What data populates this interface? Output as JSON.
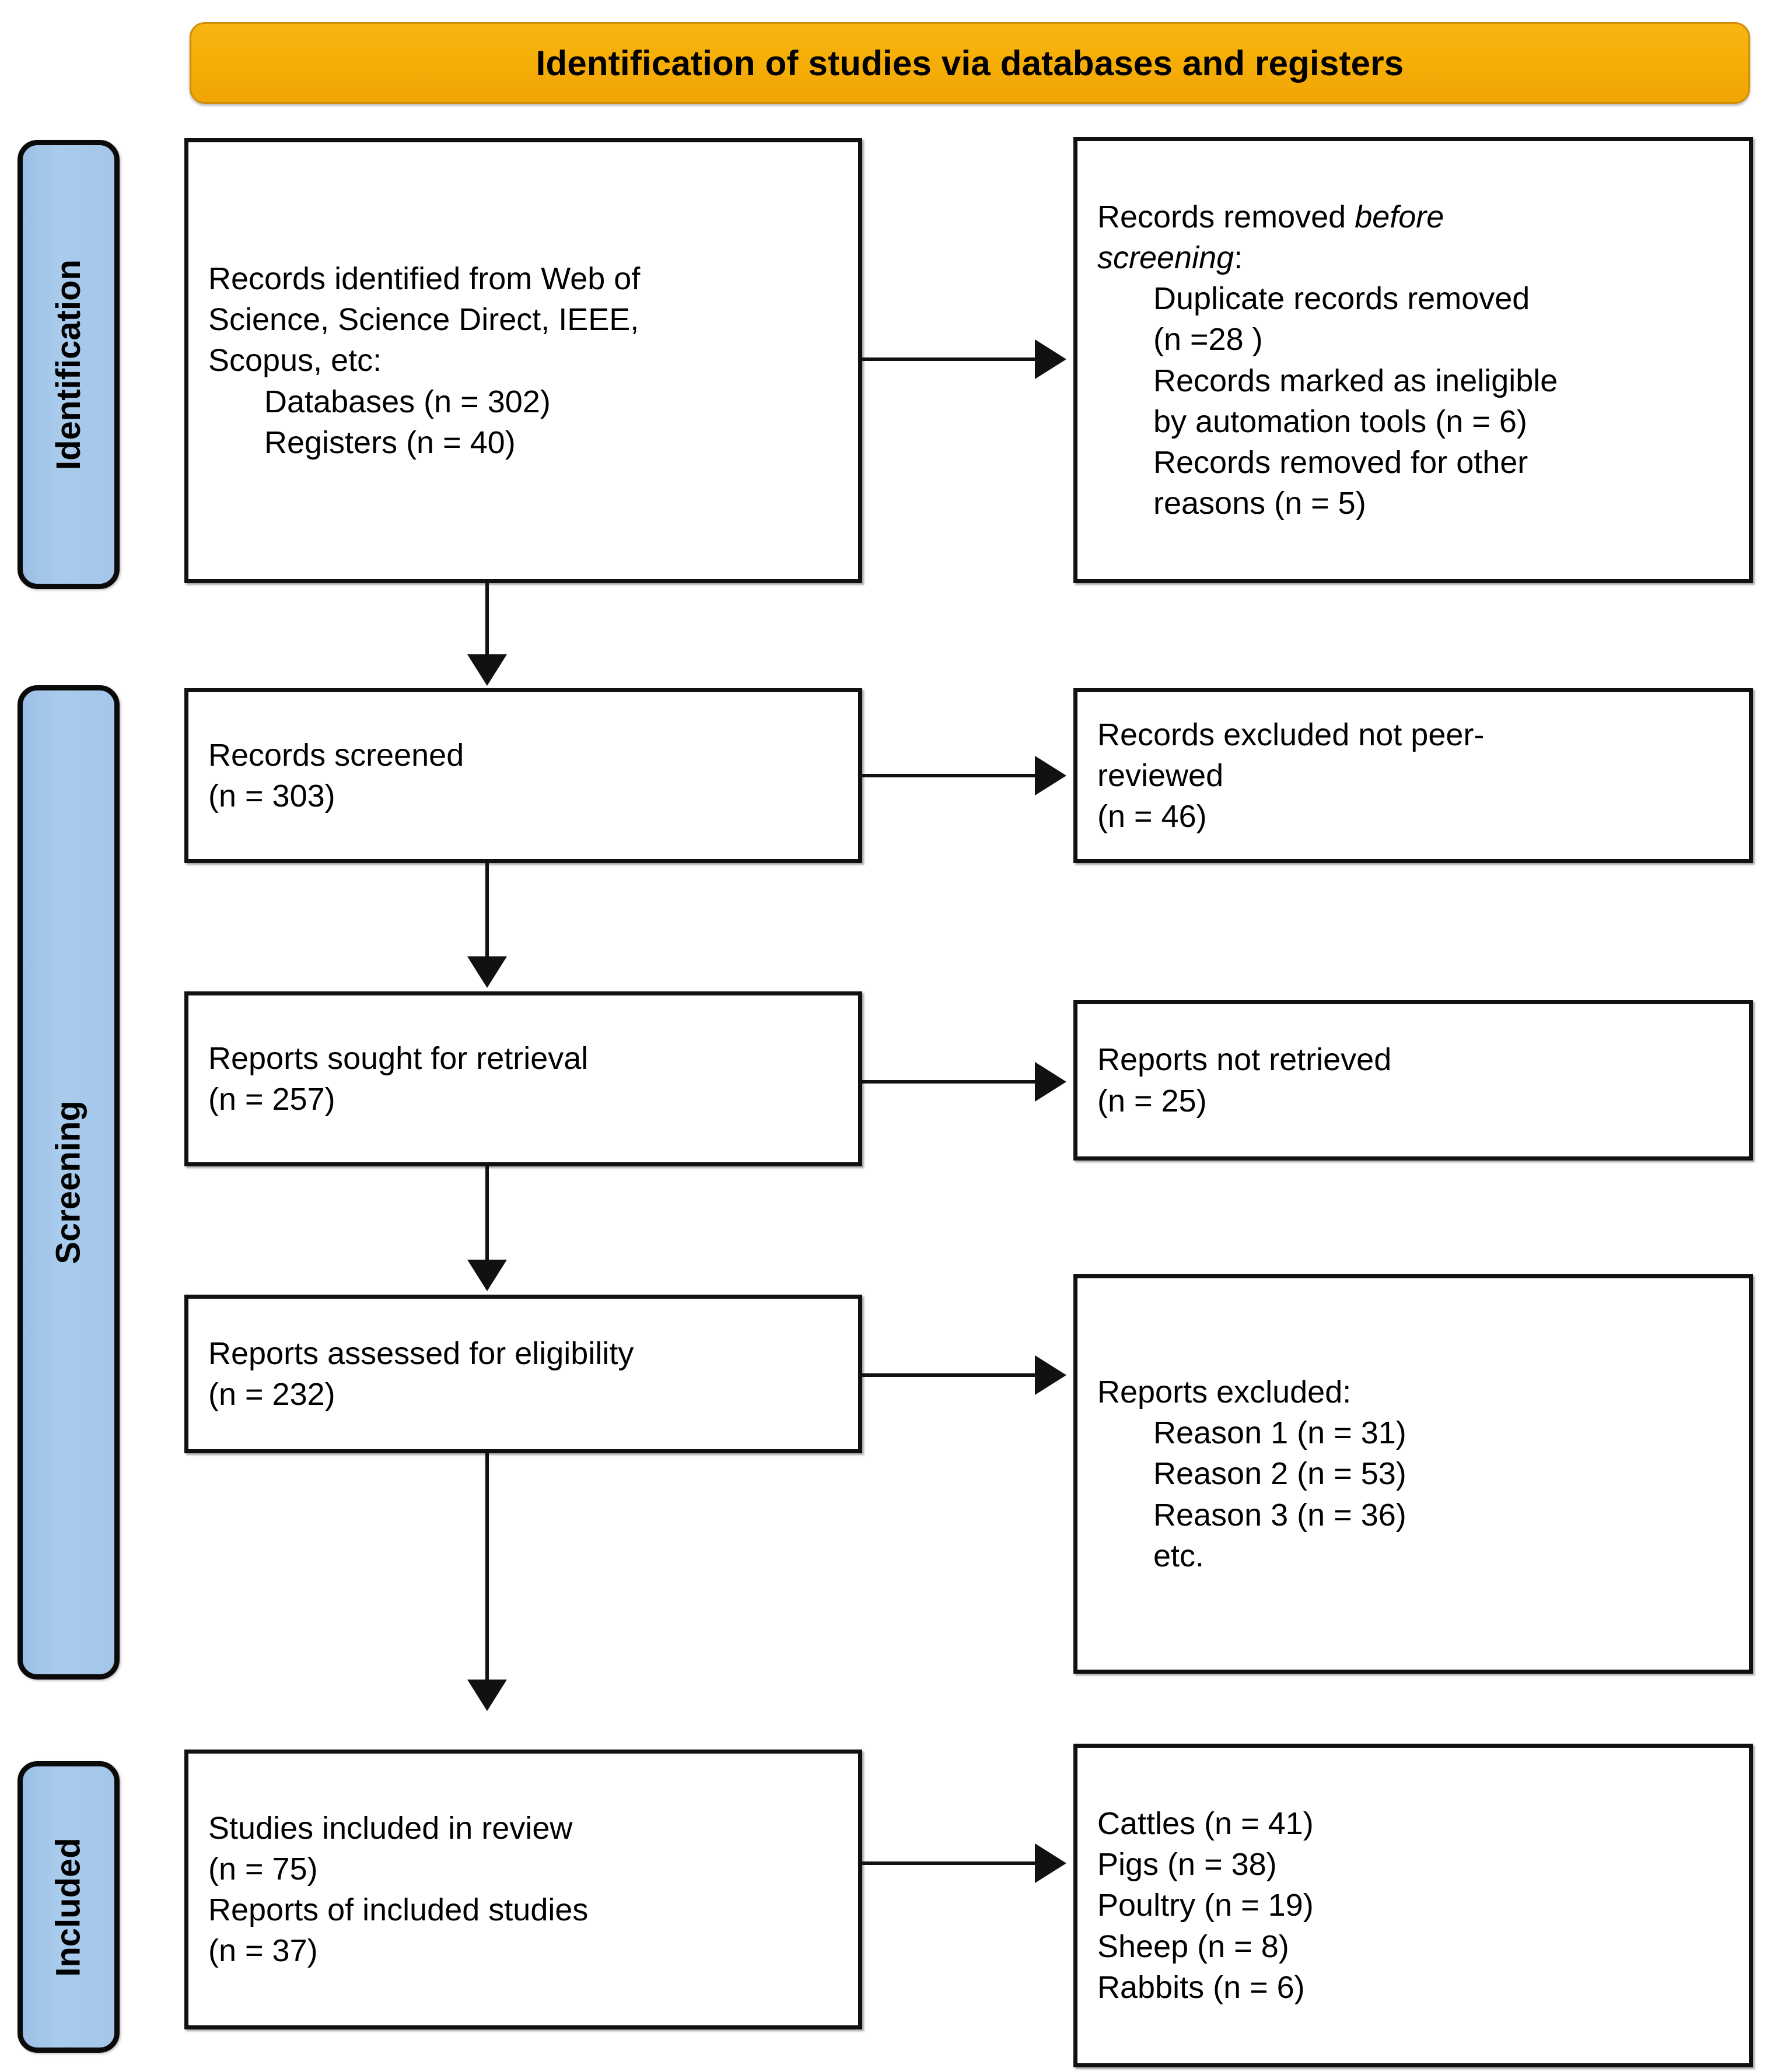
{
  "header": {
    "title": "Identification of studies via databases and registers",
    "banner_color": "#F6AE07",
    "text_color": "#000000"
  },
  "stage_tabs": {
    "fill_color": "#A3C6E9",
    "border_color": "#0A0A0A",
    "items": [
      {
        "id": "identification",
        "label": "Identification"
      },
      {
        "id": "screening",
        "label": "Screening"
      },
      {
        "id": "included",
        "label": "Included"
      }
    ]
  },
  "boxes": {
    "identified": {
      "line1": "Records identified from Web of",
      "line2": "Science, Science Direct, IEEE,",
      "line3": "Scopus, etc:",
      "line4": "Databases (n = 302)",
      "line5": "Registers (n = 40)"
    },
    "removed": {
      "line1_prefix": "Records removed ",
      "line1_italic": "before",
      "line2_italic": "screening",
      "line2_suffix": ":",
      "line3": "Duplicate records removed",
      "line4": "(n =28 )",
      "line5": "Records marked as ineligible",
      "line6": "by automation tools (n = 6)",
      "line7": "Records removed for other",
      "line8": "reasons (n = 5)"
    },
    "screened": {
      "line1": "Records screened",
      "line2": "(n = 303)"
    },
    "excluded_peer": {
      "line1": "Records excluded not peer-",
      "line2": "reviewed",
      "line3": "(n = 46)"
    },
    "sought": {
      "line1": "Reports sought for retrieval",
      "line2": "(n = 257)"
    },
    "not_retrieved": {
      "line1": "Reports not retrieved",
      "line2": "(n = 25)"
    },
    "assessed": {
      "line1": "Reports assessed for eligibility",
      "line2": "(n = 232)"
    },
    "reports_excluded": {
      "line1": "Reports excluded:",
      "line2": "Reason 1 (n = 31)",
      "line3": "Reason 2 (n = 53)",
      "line4": "Reason 3 (n = 36)",
      "line5": "etc."
    },
    "included": {
      "line1": "Studies included in review",
      "line2": "(n = 75)",
      "line3": "Reports of included studies",
      "line4": "(n = 37)"
    },
    "species": {
      "line1": "Cattles (n = 41)",
      "line2": "Pigs (n = 38)",
      "line3": "Poultry (n = 19)",
      "line4": "Sheep (n = 8)",
      "line5": "Rabbits (n = 6)"
    }
  },
  "chart_data": {
    "type": "table",
    "title": "Identification of studies via databases and registers",
    "flow": [
      {
        "stage": "Identification",
        "node": "Records identified from databases",
        "n": 302,
        "label": "Databases"
      },
      {
        "stage": "Identification",
        "node": "Records identified from registers",
        "n": 40,
        "label": "Registers"
      },
      {
        "stage": "Identification",
        "node": "Duplicate records removed",
        "n": 28
      },
      {
        "stage": "Identification",
        "node": "Records marked as ineligible by automation tools",
        "n": 6
      },
      {
        "stage": "Identification",
        "node": "Records removed for other reasons",
        "n": 5
      },
      {
        "stage": "Screening",
        "node": "Records screened",
        "n": 303
      },
      {
        "stage": "Screening",
        "node": "Records excluded not peer-reviewed",
        "n": 46
      },
      {
        "stage": "Screening",
        "node": "Reports sought for retrieval",
        "n": 257
      },
      {
        "stage": "Screening",
        "node": "Reports not retrieved",
        "n": 25
      },
      {
        "stage": "Screening",
        "node": "Reports assessed for eligibility",
        "n": 232
      },
      {
        "stage": "Screening",
        "node": "Reports excluded - Reason 1",
        "n": 31
      },
      {
        "stage": "Screening",
        "node": "Reports excluded - Reason 2",
        "n": 53
      },
      {
        "stage": "Screening",
        "node": "Reports excluded - Reason 3",
        "n": 36
      },
      {
        "stage": "Included",
        "node": "Studies included in review",
        "n": 75
      },
      {
        "stage": "Included",
        "node": "Reports of included studies",
        "n": 37
      },
      {
        "stage": "Included",
        "node": "Cattles",
        "n": 41
      },
      {
        "stage": "Included",
        "node": "Pigs",
        "n": 38
      },
      {
        "stage": "Included",
        "node": "Poultry",
        "n": 19
      },
      {
        "stage": "Included",
        "node": "Sheep",
        "n": 8
      },
      {
        "stage": "Included",
        "node": "Rabbits",
        "n": 6
      }
    ]
  }
}
